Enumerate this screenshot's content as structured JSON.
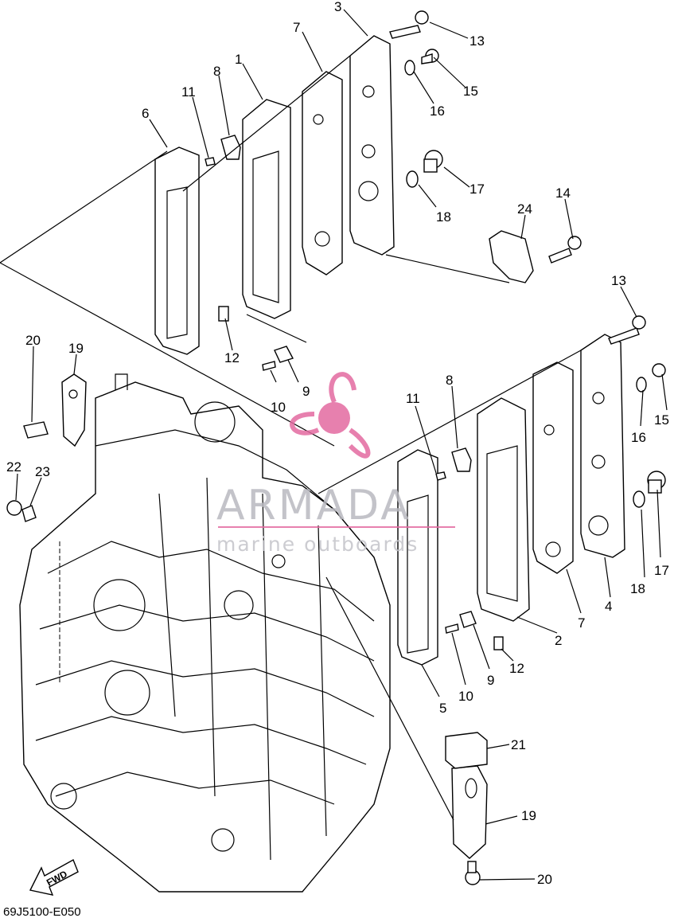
{
  "diagram_code": "69J5100-E050",
  "watermark": {
    "title": "ARMADA",
    "subtitle": "marine outboards",
    "color": "#e36aa1"
  },
  "fwd_label": "FWD",
  "callouts": [
    {
      "id": "c3",
      "label": "3"
    },
    {
      "id": "c13a",
      "label": "13"
    },
    {
      "id": "c7a",
      "label": "7"
    },
    {
      "id": "c1",
      "label": "1"
    },
    {
      "id": "c15a",
      "label": "15"
    },
    {
      "id": "c8a",
      "label": "8"
    },
    {
      "id": "c16a",
      "label": "16"
    },
    {
      "id": "c11a",
      "label": "11"
    },
    {
      "id": "c6",
      "label": "6"
    },
    {
      "id": "c17a",
      "label": "17"
    },
    {
      "id": "c18a",
      "label": "18"
    },
    {
      "id": "c24",
      "label": "24"
    },
    {
      "id": "c14",
      "label": "14"
    },
    {
      "id": "c13b",
      "label": "13"
    },
    {
      "id": "c12a",
      "label": "12"
    },
    {
      "id": "c20a",
      "label": "20"
    },
    {
      "id": "c19a",
      "label": "19"
    },
    {
      "id": "c9a",
      "label": "9"
    },
    {
      "id": "c10a",
      "label": "10"
    },
    {
      "id": "c8b",
      "label": "8"
    },
    {
      "id": "c11b",
      "label": "11"
    },
    {
      "id": "c16b",
      "label": "16"
    },
    {
      "id": "c15b",
      "label": "15"
    },
    {
      "id": "c22",
      "label": "22"
    },
    {
      "id": "c23",
      "label": "23"
    },
    {
      "id": "c17b",
      "label": "17"
    },
    {
      "id": "c18b",
      "label": "18"
    },
    {
      "id": "c4",
      "label": "4"
    },
    {
      "id": "c7b",
      "label": "7"
    },
    {
      "id": "c2",
      "label": "2"
    },
    {
      "id": "c9b",
      "label": "9"
    },
    {
      "id": "c12b",
      "label": "12"
    },
    {
      "id": "c10b",
      "label": "10"
    },
    {
      "id": "c5",
      "label": "5"
    },
    {
      "id": "c21",
      "label": "21"
    },
    {
      "id": "c19b",
      "label": "19"
    },
    {
      "id": "c20b",
      "label": "20"
    }
  ]
}
